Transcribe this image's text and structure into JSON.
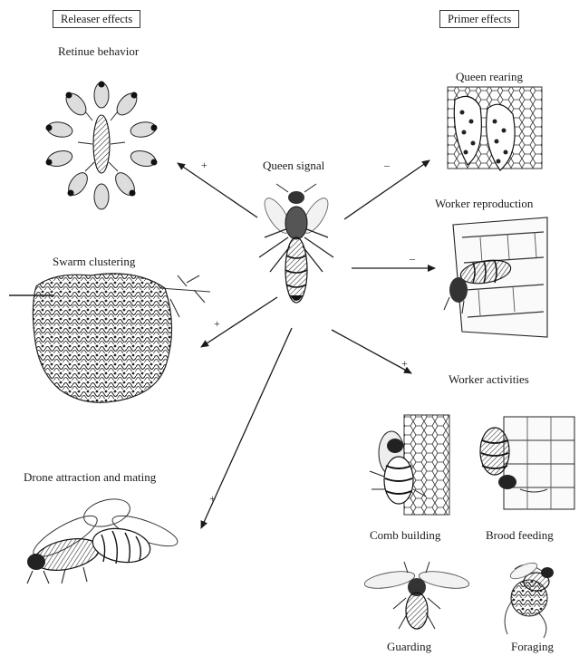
{
  "headers": {
    "releaser": "Releaser effects",
    "primer": "Primer effects"
  },
  "center": {
    "label": "Queen signal"
  },
  "releaser_effects": [
    {
      "label": "Retinue behavior",
      "sign": "+"
    },
    {
      "label": "Swarm clustering",
      "sign": "+"
    },
    {
      "label": "Drone attraction and mating",
      "sign": "+"
    }
  ],
  "primer_effects": [
    {
      "label": "Queen rearing",
      "sign": "–"
    },
    {
      "label": "Worker reproduction",
      "sign": "–"
    },
    {
      "label": "Worker activities",
      "sign": "+"
    }
  ],
  "worker_activities": [
    {
      "label": "Comb building"
    },
    {
      "label": "Brood feeding"
    },
    {
      "label": "Guarding"
    },
    {
      "label": "Foraging"
    }
  ],
  "illustrations": [
    "queen-bee-icon",
    "retinue-bees-icon",
    "swarm-cluster-icon",
    "mating-drones-icon",
    "queen-cells-icon",
    "worker-reproduction-icon",
    "comb-building-icon",
    "brood-feeding-icon",
    "guarding-bee-icon",
    "foraging-bee-icon"
  ]
}
